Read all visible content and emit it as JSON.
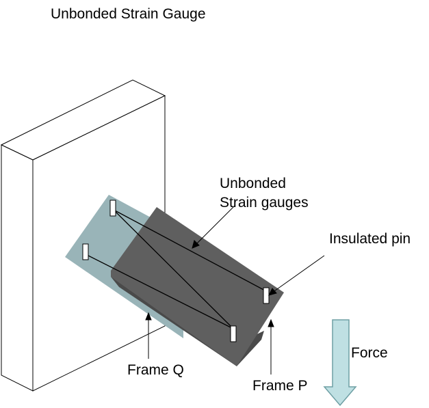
{
  "title": "Unbonded Strain Gauge",
  "labels": {
    "gauges_line1": "Unbonded",
    "gauges_line2": "Strain gauges",
    "pin": "Insulated pin",
    "frame_q": "Frame Q",
    "frame_p": "Frame P",
    "force": "Force"
  },
  "colors": {
    "frame_q": "#99b4b8",
    "frame_p_face": "#5f5f5f",
    "frame_p_side": "#4a4a4a",
    "force_arrow": "#bfe0e3",
    "force_arrow_stroke": "#6e9fa4"
  }
}
